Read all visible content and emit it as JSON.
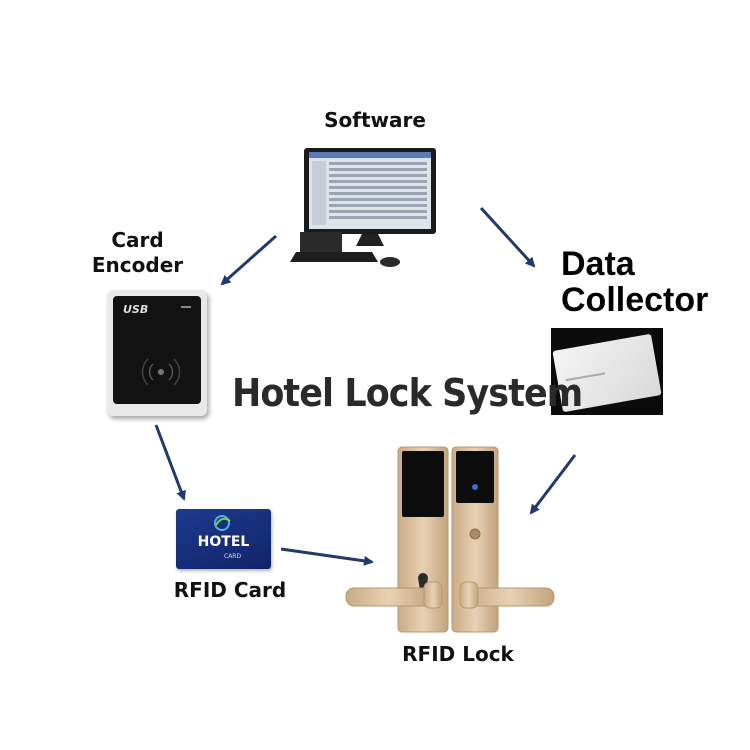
{
  "title": "Hotel Lock System",
  "nodes": {
    "software": {
      "label": "Software"
    },
    "card_encoder": {
      "label_line1": "Card",
      "label_line2": "Encoder",
      "device_text": "USB"
    },
    "data_collector": {
      "label_line1": "Data",
      "label_line2": "Collector"
    },
    "rfid_card": {
      "label": "RFID Card",
      "card_text": "HOTEL",
      "card_subtext": "CARD"
    },
    "rfid_lock": {
      "label": "RFID Lock"
    }
  },
  "arrow_color": "#1f3a6b",
  "edges": [
    {
      "from": "software",
      "to": "card_encoder"
    },
    {
      "from": "software",
      "to": "data_collector"
    },
    {
      "from": "card_encoder",
      "to": "rfid_card"
    },
    {
      "from": "rfid_card",
      "to": "rfid_lock"
    },
    {
      "from": "data_collector",
      "to": "rfid_lock"
    }
  ]
}
